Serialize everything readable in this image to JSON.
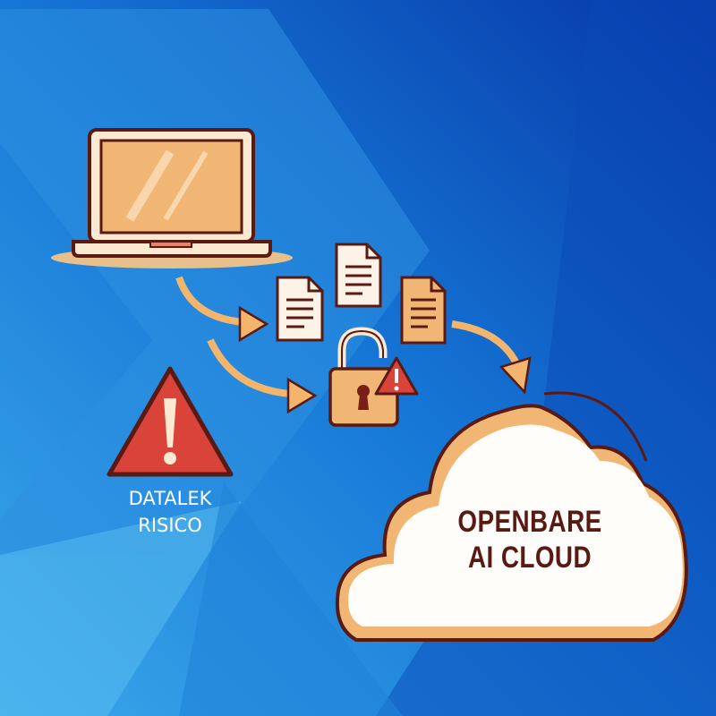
{
  "warning": {
    "line1": "DATALEK",
    "line2": "RISICO"
  },
  "cloud": {
    "line1": "OPENBARE",
    "line2": "AI CLOUD"
  },
  "colors": {
    "bg_light": "#2a93e0",
    "bg_dark": "#0636a8",
    "accent_orange": "#f2b56b",
    "warning_red": "#d9433a",
    "outline": "#5a1a14"
  }
}
